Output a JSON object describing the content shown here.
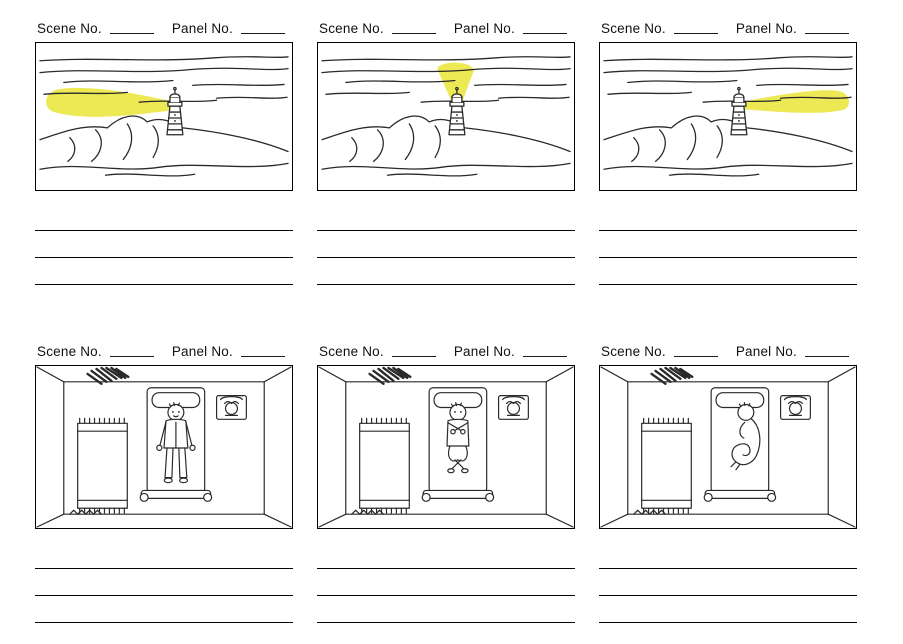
{
  "colors": {
    "beam_yellow": "#ece84b",
    "ink": "#2a2a2a",
    "paper": "#ffffff"
  },
  "panels": [
    {
      "scene_label": "Scene No.",
      "scene_no_value": "",
      "panel_label": "Panel No.",
      "panel_no_value": "",
      "sketch": "lighthouse-on-cliff-beam-sweeping-left",
      "notes": [
        "",
        "",
        ""
      ]
    },
    {
      "scene_label": "Scene No.",
      "scene_no_value": "",
      "panel_label": "Panel No.",
      "panel_no_value": "",
      "sketch": "lighthouse-on-cliff-beam-pointing-up",
      "notes": [
        "",
        "",
        ""
      ]
    },
    {
      "scene_label": "Scene No.",
      "scene_no_value": "",
      "panel_label": "Panel No.",
      "panel_no_value": "",
      "sketch": "lighthouse-on-cliff-beam-sweeping-right",
      "notes": [
        "",
        "",
        ""
      ]
    },
    {
      "scene_label": "Scene No.",
      "scene_no_value": "",
      "panel_label": "Panel No.",
      "panel_no_value": "",
      "sketch": "bedroom-overhead-sleeper-on-back",
      "notes": [
        "",
        "",
        ""
      ]
    },
    {
      "scene_label": "Scene No.",
      "scene_no_value": "",
      "panel_label": "Panel No.",
      "panel_no_value": "",
      "sketch": "bedroom-overhead-sleeper-knees-bent",
      "notes": [
        "",
        "",
        ""
      ]
    },
    {
      "scene_label": "Scene No.",
      "scene_no_value": "",
      "panel_label": "Panel No.",
      "panel_no_value": "",
      "sketch": "bedroom-overhead-sleeper-curled-on-side",
      "notes": [
        "",
        "",
        ""
      ]
    }
  ]
}
